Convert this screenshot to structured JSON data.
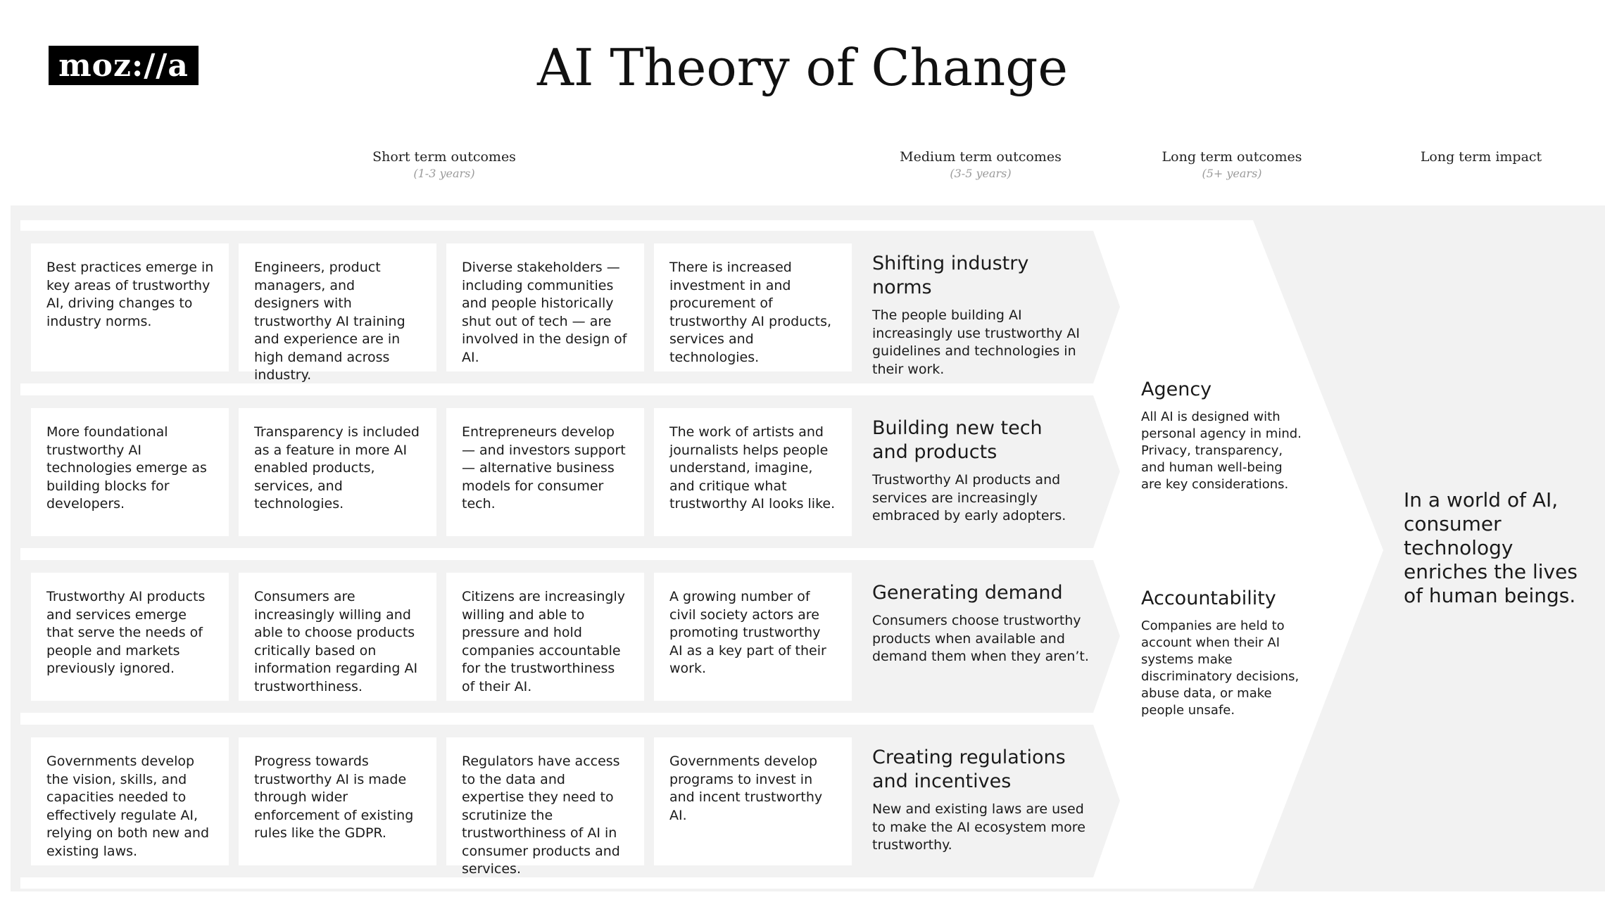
{
  "logo": {
    "text": "moz://a"
  },
  "title": "AI Theory of Change",
  "columns": [
    {
      "label": "Short term outcomes",
      "sub": "(1-3 years)"
    },
    {
      "label": "Medium term outcomes",
      "sub": "(3-5 years)"
    },
    {
      "label": "Long term outcomes",
      "sub": "(5+ years)"
    },
    {
      "label": "Long term impact",
      "sub": ""
    }
  ],
  "rows": [
    {
      "cards": [
        "Best practices emerge in key areas of trustworthy AI, driving changes to industry norms.",
        "Engineers, product managers, and designers with trustworthy AI training and experience are in high demand across industry.",
        "Diverse stakeholders — including communities and people historically shut out of tech — are involved in the design of AI.",
        "There is increased investment in and procurement of trustworthy AI products, services and technologies."
      ],
      "outcome": {
        "heading": "Shifting industry norms",
        "body": "The people building AI increasingly use trustworthy AI guidelines and technologies in their work."
      }
    },
    {
      "cards": [
        "More foundational trustworthy AI technologies emerge as building blocks for developers.",
        "Transparency is included as a feature in more AI enabled products, services, and technologies.",
        "Entrepreneurs develop — and investors support — alternative business models for consumer tech.",
        "The work of artists and journalists helps people understand, imagine, and critique what trustworthy AI looks like."
      ],
      "outcome": {
        "heading": "Building new tech and products",
        "body": "Trustworthy AI products and services are increasingly embraced by early adopters."
      }
    },
    {
      "cards": [
        "Trustworthy AI products and services emerge that serve the needs of people and markets previously ignored.",
        "Consumers are increasingly willing and able to choose products critically based on information regarding AI trustworthiness.",
        "Citizens are increasingly willing and able to pressure and hold companies accountable for the trustworthiness of their AI.",
        "A growing number of civil society actors are promoting trustworthy AI as a key part of their work."
      ],
      "outcome": {
        "heading": "Generating demand",
        "body": "Consumers choose trustworthy products when available and demand them when they aren’t."
      }
    },
    {
      "cards": [
        "Governments develop the vision, skills, and capacities needed to effectively regulate AI, relying on both new and existing laws.",
        "Progress towards trustworthy AI is made through wider enforcement of existing rules like the GDPR.",
        "Regulators have access to the data and expertise they need to scrutinize the trustworthiness of AI in consumer products and services.",
        "Governments develop programs to invest in and incent trustworthy AI."
      ],
      "outcome": {
        "heading": "Creating regulations and incentives",
        "body": "New and existing laws are used to make the AI ecosystem more trustworthy."
      }
    }
  ],
  "long_term": [
    {
      "heading": "Agency",
      "body": "All AI is designed with personal agency in mind. Privacy, transparency, and human well-being are key considerations."
    },
    {
      "heading": "Accountability",
      "body": "Companies are held to account when their AI systems make discriminatory decisions, abuse data, or make people unsafe."
    }
  ],
  "impact": "In a world of AI, consumer technology enriches the lives of human beings.",
  "colors": {
    "panel": "#f2f2f2",
    "arrow": "#ffffff",
    "row": "#f2f2f2",
    "card": "#ffffff",
    "text": "#1a1a1a",
    "sub": "#9a9a9a"
  }
}
